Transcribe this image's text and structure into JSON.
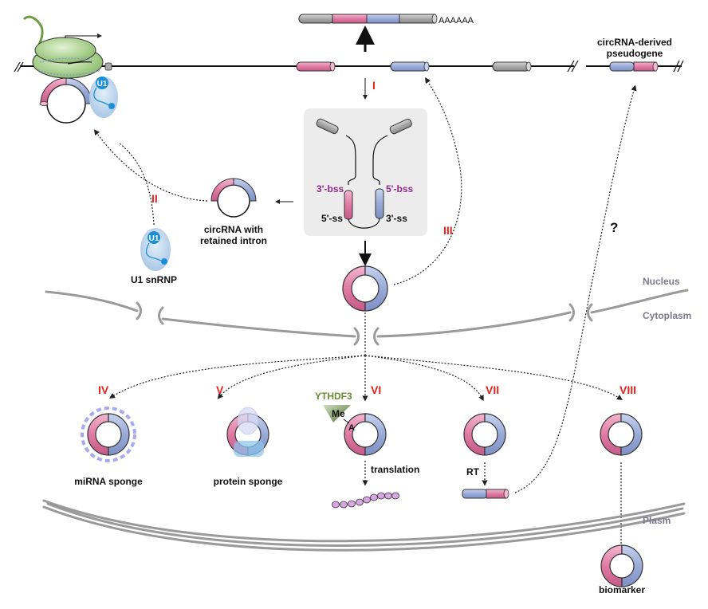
{
  "figure": {
    "title": "circRNA biogenesis and functions",
    "colors": {
      "exon_pink": "#e07aa4",
      "exon_blue": "#9aabd8",
      "exon_gray": "#a8a8a8",
      "roman_numeral": "#e8231d",
      "splice_site_purple": "#8e2a8a",
      "ythdf3_green": "#6b8a3a",
      "u1_blue": "#1b8fd6",
      "membrane_gray": "#8f8f8f",
      "panel_bg": "#ececec",
      "polymerase_green": "#a9d08e",
      "peptide_purple": "#d9a6e6"
    }
  },
  "top": {
    "polya_tail": "AAAAAA",
    "pseudogene_label_line1": "circRNA-derived",
    "pseudogene_label_line2": "pseudogene"
  },
  "splicing_panel": {
    "label_3bss": "3'-bss",
    "label_5bss": "5'-bss",
    "label_5ss": "5'-ss",
    "label_3ss": "3'-ss"
  },
  "pathways": {
    "I": "I",
    "II": "II",
    "III": "III",
    "IV": "IV",
    "V": "V",
    "VI": "VI",
    "VII": "VII",
    "VIII": "VIII",
    "unknown": "?"
  },
  "labels": {
    "u1": "U1",
    "u1_snrnp": "U1 snRNP",
    "circrna_intron_line1": "circRNA with",
    "circrna_intron_line2": "retained intron",
    "nucleus": "Nucleus",
    "cytoplasm": "Cytoplasm",
    "plasm": "Plasm",
    "mirna_sponge": "miRNA sponge",
    "protein_sponge": "protein sponge",
    "ythdf3": "YTHDF3",
    "me": "Me",
    "a": "A",
    "translation": "translation",
    "rt": "RT",
    "biomarker": "biomarker"
  }
}
